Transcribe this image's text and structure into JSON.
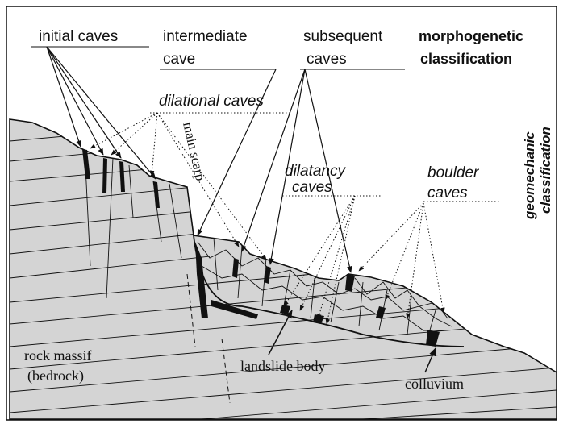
{
  "morphogenetic": {
    "header": "morphogenetic",
    "header2": "classification",
    "initial": "initial caves",
    "intermediate_1": "intermediate",
    "intermediate_2": "cave",
    "subsequent_1": "subsequent",
    "subsequent_2": "caves"
  },
  "geomechanic": {
    "header_1": "geomechanic",
    "header_2": "classification",
    "dilational": "dilational caves",
    "dilatancy_1": "dilatancy",
    "dilatancy_2": "caves",
    "boulder_1": "boulder",
    "boulder_2": "caves"
  },
  "features": {
    "main_scarp": "main scarp",
    "rock_massif_1": "rock massif",
    "rock_massif_2": "(bedrock)",
    "landslide_body": "landslide body",
    "colluvium": "colluvium"
  },
  "colors": {
    "rock": "#d4d4d4",
    "ink": "#111111"
  }
}
